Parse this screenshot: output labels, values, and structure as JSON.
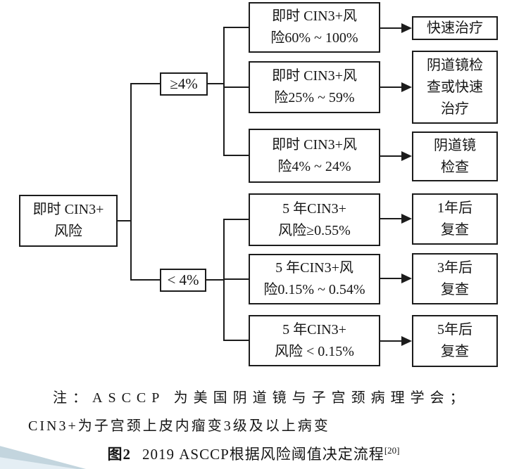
{
  "figure": {
    "root": {
      "lines": [
        "即时 CIN3+",
        "风险"
      ]
    },
    "thresholds": {
      "high": "≥4%",
      "low": "< 4%"
    },
    "rows": [
      {
        "condition": [
          "即时 CIN3+风",
          "险60% ~ 100%"
        ],
        "action": [
          "快速治疗"
        ]
      },
      {
        "condition": [
          "即时 CIN3+风",
          "险25% ~ 59%"
        ],
        "action": [
          "阴道镜检",
          "查或快速",
          "治疗"
        ]
      },
      {
        "condition": [
          "即时 CIN3+风",
          "险4% ~ 24%"
        ],
        "action": [
          "阴道镜",
          "检查"
        ]
      },
      {
        "condition": [
          "5 年CIN3+",
          "风险≥0.55%"
        ],
        "action": [
          "1年后",
          "复查"
        ]
      },
      {
        "condition": [
          "5 年CIN3+风",
          "险0.15% ~ 0.54%"
        ],
        "action": [
          "3年后",
          "复查"
        ]
      },
      {
        "condition": [
          "5 年CIN3+",
          "风险 < 0.15%"
        ],
        "action": [
          "5年后",
          "复查"
        ]
      }
    ],
    "note": {
      "line1": "注：ASCCP 为美国阴道镜与子宫颈病理学会；",
      "line2": "CIN3+为子宫颈上皮内瘤变3级及以上病变"
    },
    "caption": {
      "label": "图2",
      "title": "2019 ASCCP根据风险阈值决定流程",
      "reference": "[20]"
    },
    "colors": {
      "line": "#1c1c1c",
      "text": "#161616",
      "corner_band": "#c3d5de",
      "corner_fill": "#e4eef4"
    }
  }
}
